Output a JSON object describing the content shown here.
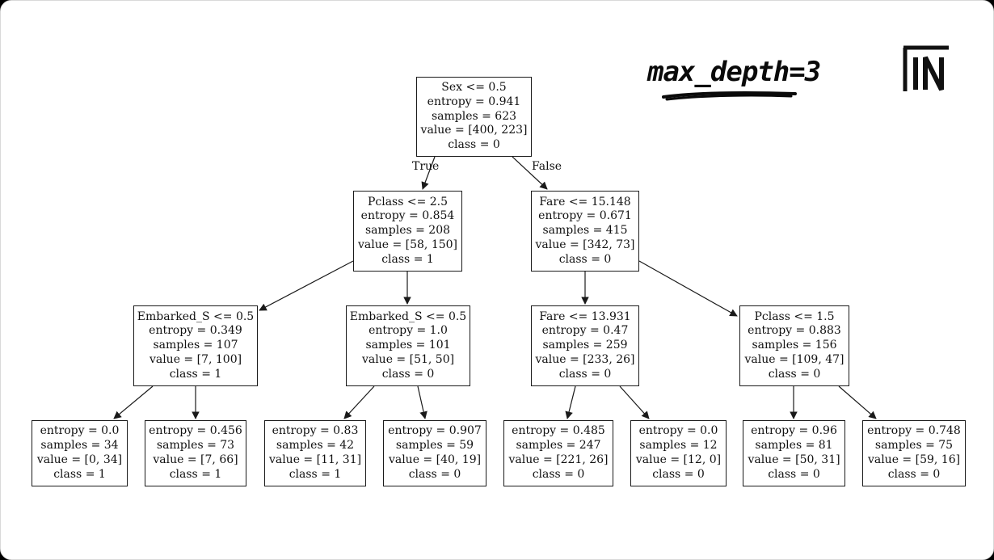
{
  "annotation": {
    "text": "max_depth=3"
  },
  "logo": {
    "text": "IN"
  },
  "edge_labels": {
    "true_label": "True",
    "false_label": "False"
  },
  "nodes": {
    "root": {
      "lines": [
        "Sex <= 0.5",
        "entropy = 0.941",
        "samples = 623",
        "value = [400, 223]",
        "class = 0"
      ]
    },
    "n1": {
      "lines": [
        "Pclass <= 2.5",
        "entropy = 0.854",
        "samples = 208",
        "value = [58, 150]",
        "class = 1"
      ]
    },
    "n2": {
      "lines": [
        "Fare <= 15.148",
        "entropy = 0.671",
        "samples = 415",
        "value = [342, 73]",
        "class = 0"
      ]
    },
    "n3": {
      "lines": [
        "Embarked_S <= 0.5",
        "entropy = 0.349",
        "samples = 107",
        "value = [7, 100]",
        "class = 1"
      ]
    },
    "n4": {
      "lines": [
        "Embarked_S <= 0.5",
        "entropy = 1.0",
        "samples = 101",
        "value = [51, 50]",
        "class = 0"
      ]
    },
    "n5": {
      "lines": [
        "Fare <= 13.931",
        "entropy = 0.47",
        "samples = 259",
        "value = [233, 26]",
        "class = 0"
      ]
    },
    "n6": {
      "lines": [
        "Pclass <= 1.5",
        "entropy = 0.883",
        "samples = 156",
        "value = [109, 47]",
        "class = 0"
      ]
    },
    "l1": {
      "lines": [
        "entropy = 0.0",
        "samples = 34",
        "value = [0, 34]",
        "class = 1"
      ]
    },
    "l2": {
      "lines": [
        "entropy = 0.456",
        "samples = 73",
        "value = [7, 66]",
        "class = 1"
      ]
    },
    "l3": {
      "lines": [
        "entropy = 0.83",
        "samples = 42",
        "value = [11, 31]",
        "class = 1"
      ]
    },
    "l4": {
      "lines": [
        "entropy = 0.907",
        "samples = 59",
        "value = [40, 19]",
        "class = 0"
      ]
    },
    "l5": {
      "lines": [
        "entropy = 0.485",
        "samples = 247",
        "value = [221, 26]",
        "class = 0"
      ]
    },
    "l6": {
      "lines": [
        "entropy = 0.0",
        "samples = 12",
        "value = [12, 0]",
        "class = 0"
      ]
    },
    "l7": {
      "lines": [
        "entropy = 0.96",
        "samples = 81",
        "value = [50, 31]",
        "class = 0"
      ]
    },
    "l8": {
      "lines": [
        "entropy = 0.748",
        "samples = 75",
        "value = [59, 16]",
        "class = 0"
      ]
    }
  }
}
